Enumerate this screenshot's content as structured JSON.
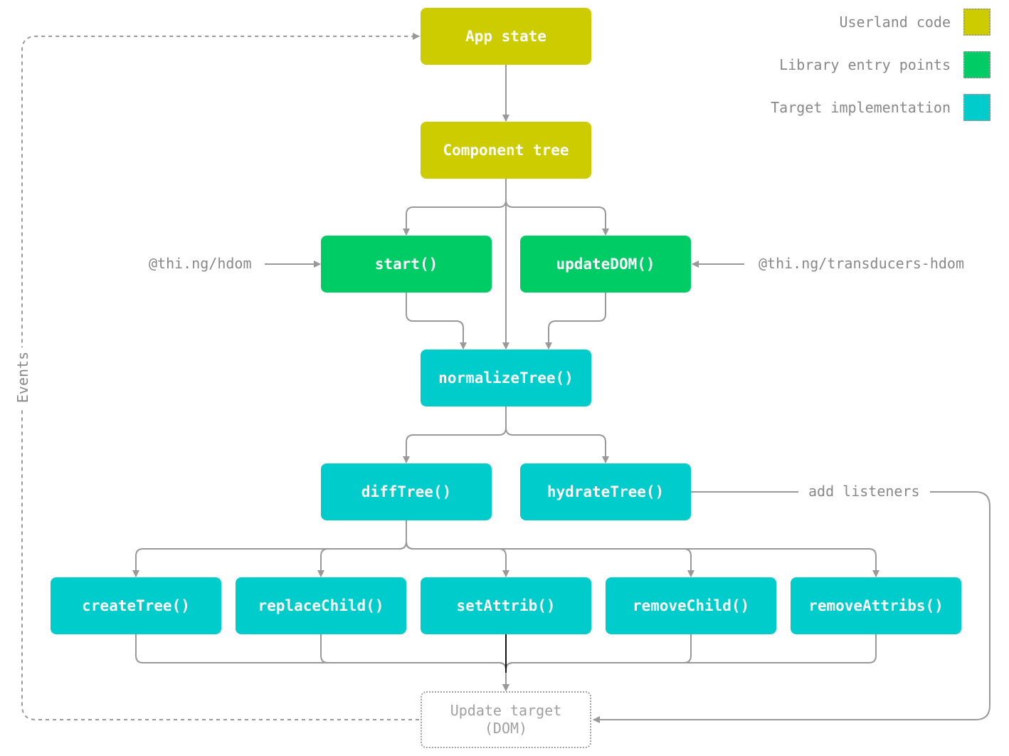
{
  "legend": [
    {
      "label": "Userland code",
      "color": "#cccc00"
    },
    {
      "label": "Library entry points",
      "color": "#00cc66"
    },
    {
      "label": "Target implementation",
      "color": "#00cccc"
    }
  ],
  "nodes": {
    "app_state": "App state",
    "component_tree": "Component tree",
    "start": "start()",
    "update_dom": "updateDOM()",
    "normalize_tree": "normalizeTree()",
    "diff_tree": "diffTree()",
    "hydrate_tree": "hydrateTree()",
    "create_tree": "createTree()",
    "replace_child": "replaceChild()",
    "set_attrib": "setAttrib()",
    "remove_child": "removeChild()",
    "remove_attribs": "removeAttribs()",
    "update_target_line1": "Update target",
    "update_target_line2": "(DOM)"
  },
  "labels": {
    "hdom": "@thi.ng/hdom",
    "transducers_hdom": "@thi.ng/transducers-hdom",
    "add_listeners": "add listeners",
    "events": "Events"
  },
  "colors": {
    "edge": "#999999",
    "edge_dark": "#111111",
    "label_text": "#888888"
  }
}
